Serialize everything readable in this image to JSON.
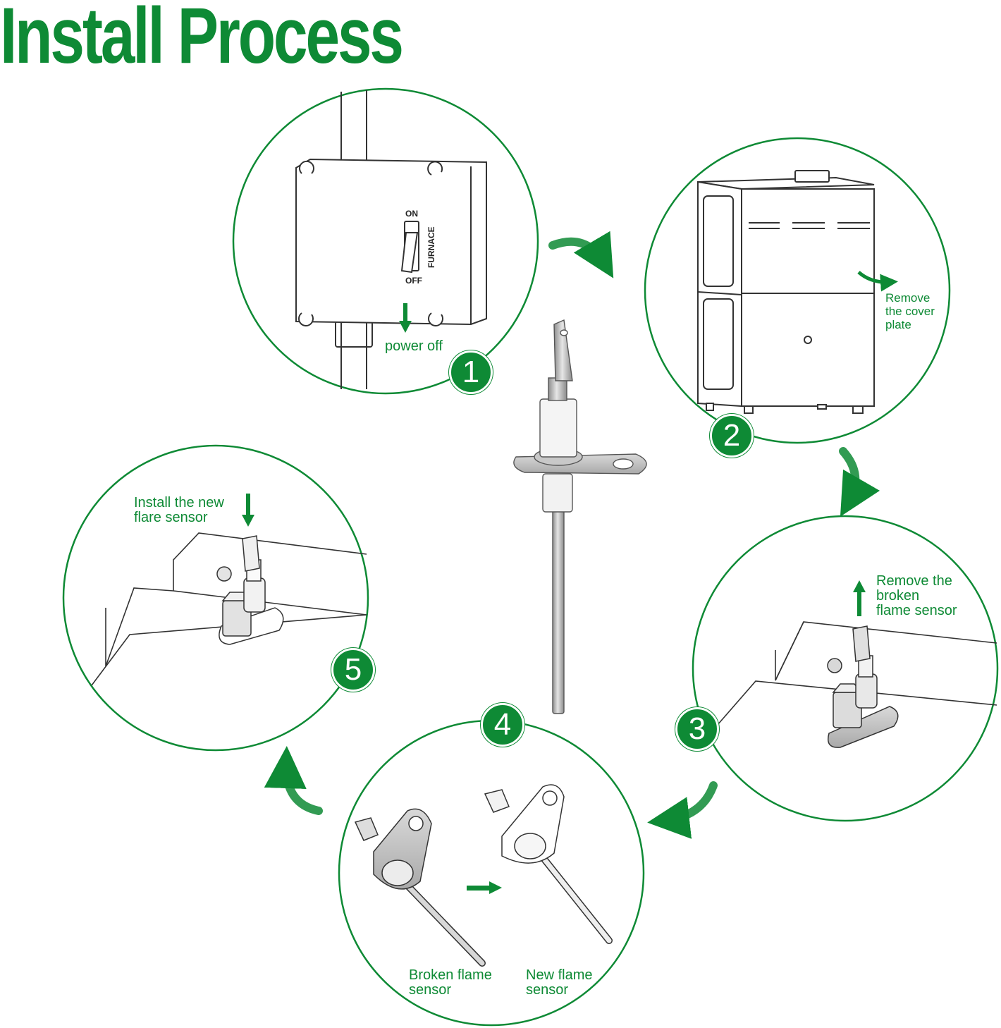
{
  "title": "Install Process",
  "accent_color": "#0e8a35",
  "steps": [
    {
      "number": "1",
      "label": "power off",
      "switch_on": "ON",
      "switch_off": "OFF",
      "switch_name": "FURNACE"
    },
    {
      "number": "2",
      "label_lines": [
        "Remove",
        "the cover",
        "plate"
      ]
    },
    {
      "number": "3",
      "label_lines": [
        "Remove the",
        "broken",
        "flame sensor"
      ]
    },
    {
      "number": "4",
      "left_label_lines": [
        "Broken flame",
        "sensor"
      ],
      "right_label_lines": [
        "New flame",
        "sensor"
      ]
    },
    {
      "number": "5",
      "label_lines": [
        "Install the new",
        "flare sensor"
      ]
    }
  ]
}
